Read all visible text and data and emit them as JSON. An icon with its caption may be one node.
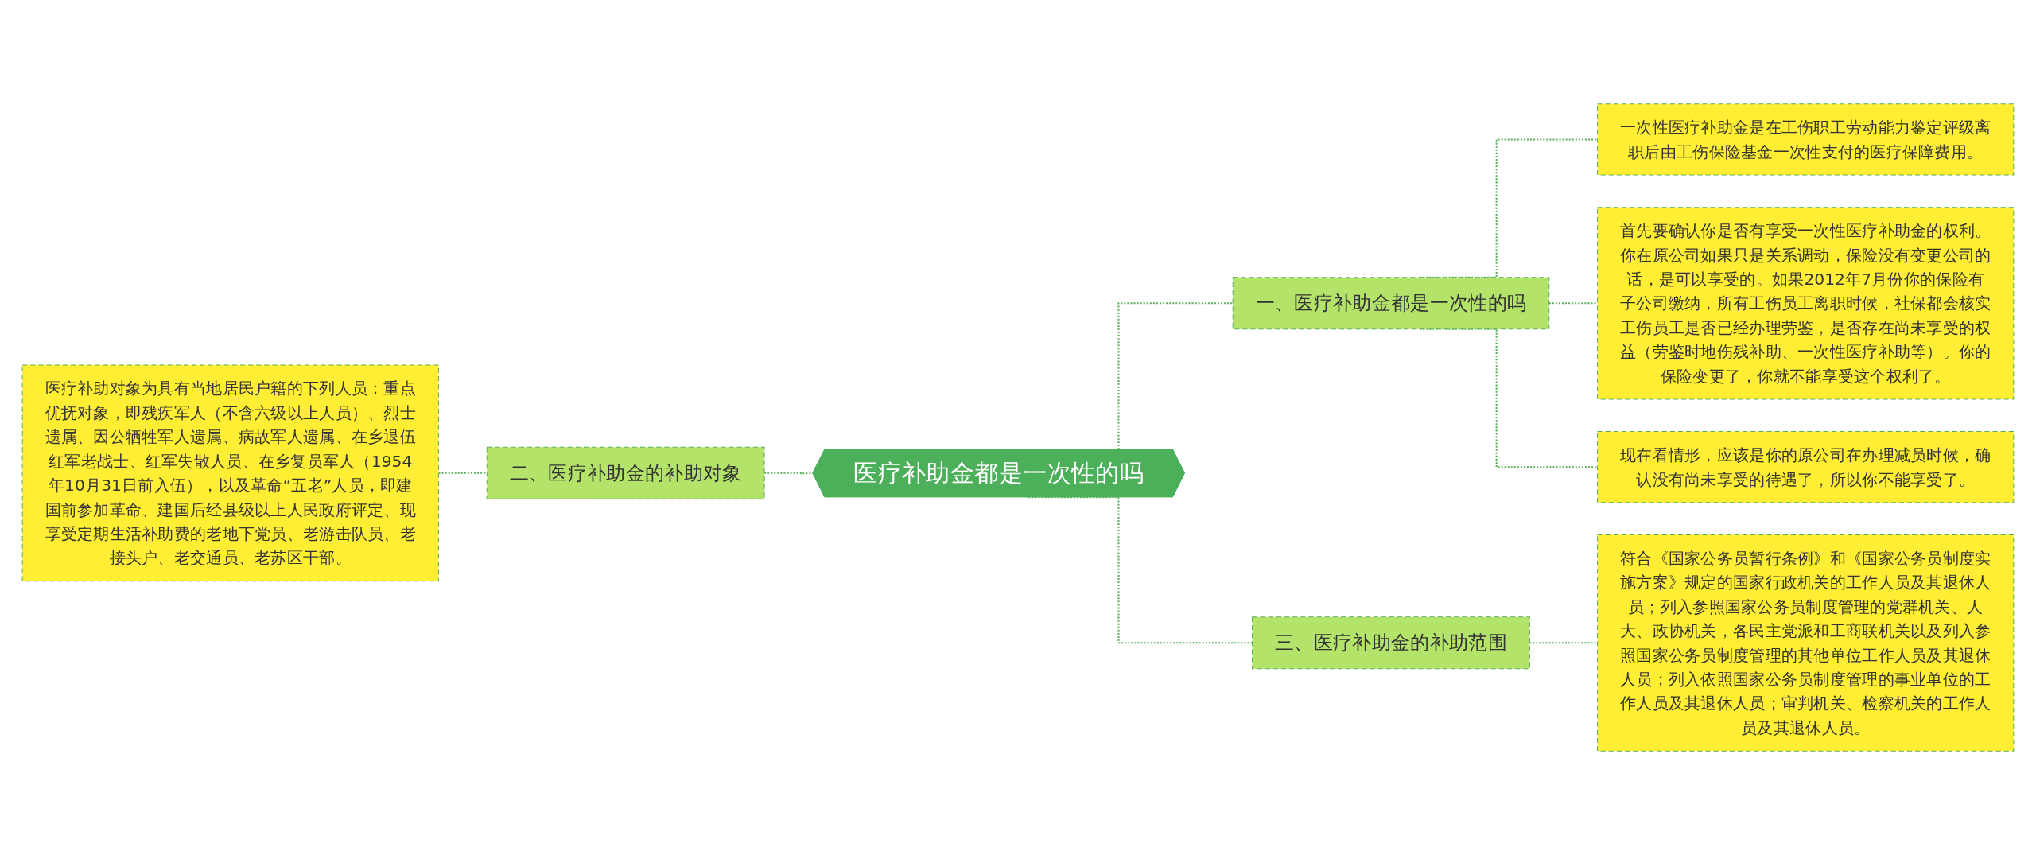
{
  "diagram": {
    "nodes": [
      {
        "text": [
          "医疗补助金都是一次性的吗"
        ]
      },
      {
        "text": [
          "一、医疗补助金都是一次性的吗"
        ]
      },
      {
        "text": [
          "一次性医疗补助金是在工伤职工劳动能力鉴定评级离职后由工伤保险基金一次性支付的医疗保障费用。"
        ]
      },
      {
        "text": [
          "首先要确认你是否有享受一次性医疗补助金的权利。你在原公司如果只是关系调动，保险没有变更公司的话，是可以享受的。如果2012年7月份你的保险有子公司缴纳，所有工伤员工离职时候，社保都会核实工伤员工是否已经办理劳鉴，是否存在尚未享受的权益（劳鉴时地伤残补助、一次性医疗补助等）。你的保险变更了，你就不能享受这个权利了。"
        ]
      },
      {
        "text": [
          "现在看情形，应该是你的原公司在办理减员时候，确认没有尚未享受的待遇了，所以你不能享受了。"
        ]
      },
      {
        "text": [
          "三、医疗补助金的补助范围"
        ]
      },
      {
        "text": [
          "符合《国家公务员暂行条例》和《国家公务员制度实施方案》规定的国家行政机关的工作人员及其退休人员；列入参照国家公务员制度管理的党群机关、人大、政协机关，各民主党派和工商联机关以及列入参照国家公务员制度管理的其他单位工作人员及其退休人员；列入依照国家公务员制度管理的事业单位的工作人员及其退休人员；审判机关、检察机关的工作人员及其退休人员。"
        ]
      },
      {
        "text": [
          "二、医疗补助金的补助对象"
        ]
      },
      {
        "text": [
          "医疗补助对象为具有当地居民户籍的下列人员：重点优抚对象，即残疾军人（不含六级以上人员）、烈士遗属、因公牺牲军人遗属、病故军人遗属、在乡退伍红军老战士、红军失散人员、在乡复员军人（1954年10月31日前入伍），以及革命“五老”人员，即建国前参加革命、建国后经县级以上人民政府评定、现享受定期生活补助费的老地下党员、老游击队员、老接头户、老交通员、老苏区干部。"
        ]
      }
    ],
    "edges": [
      {
        "from": 0,
        "to": 1,
        "arrow": "none",
        "style": "dashed"
      },
      {
        "from": 1,
        "to": 2,
        "arrow": "none",
        "style": "dashed"
      },
      {
        "from": 1,
        "to": 3,
        "arrow": "none",
        "style": "dashed"
      },
      {
        "from": 1,
        "to": 4,
        "arrow": "none",
        "style": "dashed"
      },
      {
        "from": 0,
        "to": 5,
        "arrow": "none",
        "style": "dashed"
      },
      {
        "from": 5,
        "to": 6,
        "arrow": "none",
        "style": "dashed"
      },
      {
        "from": 0,
        "to": 7,
        "arrow": "none",
        "style": "dashed"
      },
      {
        "from": 7,
        "to": 8,
        "arrow": "none",
        "style": "dashed"
      }
    ]
  }
}
